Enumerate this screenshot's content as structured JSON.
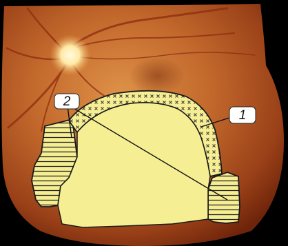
{
  "figure": {
    "kind": "annotated fundus photograph",
    "labels": [
      {
        "id": "1",
        "text": "1"
      },
      {
        "id": "2",
        "text": "2"
      }
    ],
    "colors": {
      "background": "#000000",
      "retina_inner": "#d8883f",
      "retina_mid": "#b55a25",
      "retina_edge": "#7b2e0f",
      "optic_disc": "#fff2c0",
      "overlay_fill": "#f6ee93",
      "overlay_stroke": "#1a1a1a",
      "label_box": "#ffffff"
    }
  }
}
